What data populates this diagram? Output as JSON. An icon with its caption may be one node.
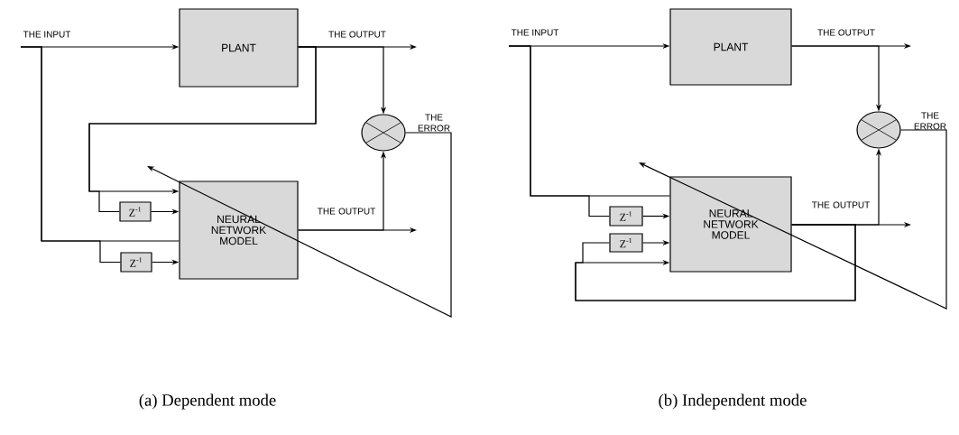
{
  "diagram": {
    "nodes": [
      {
        "text": [
          "PLANT"
        ]
      },
      {
        "text": [
          "NEURAL NETWORK MODEL"
        ]
      },
      {
        "text": [
          "Z$^{-1}$"
        ]
      },
      {
        "text": [
          "Z$^{-1}$"
        ]
      },
      {
        "text": [],
        "shape": "circle",
        "beside": [
          "THE ERROR"
        ]
      },
      {
        "text": [
          "PLANT"
        ]
      },
      {
        "text": [
          "NEURAL NETWORK MODEL"
        ]
      },
      {
        "text": [
          "Z$^{-1}$"
        ]
      },
      {
        "text": [
          "Z$^{-1}$"
        ]
      },
      {
        "text": [],
        "shape": "circle",
        "beside": [
          "THE ERROR"
        ]
      }
    ],
    "edges": [
      {
        "from": null,
        "to": 0,
        "arrow": "to",
        "label": "THE INPUT"
      },
      {
        "from": 0,
        "to": null,
        "arrow": "to",
        "label": "THE OUTPUT"
      },
      {
        "from": 0,
        "to": 4,
        "arrow": "to"
      },
      {
        "from": 0,
        "to": 1,
        "arrow": "to"
      },
      {
        "from": 0,
        "to": 2,
        "arrow": "none"
      },
      {
        "from": 2,
        "to": 1,
        "arrow": "to"
      },
      {
        "from": null,
        "to": 1,
        "arrow": "none"
      },
      {
        "from": null,
        "to": 3,
        "arrow": "none"
      },
      {
        "from": 3,
        "to": 1,
        "arrow": "to"
      },
      {
        "from": 1,
        "to": null,
        "arrow": "to",
        "label": "THE OUTPUT"
      },
      {
        "from": 1,
        "to": 4,
        "arrow": "to"
      },
      {
        "from": 4,
        "to": null,
        "arrow": "to"
      },
      {
        "from": null,
        "to": 5,
        "arrow": "to",
        "label": "THE INPUT"
      },
      {
        "from": 5,
        "to": null,
        "arrow": "to",
        "label": "THE OUTPUT"
      },
      {
        "from": 5,
        "to": 9,
        "arrow": "to"
      },
      {
        "from": null,
        "to": 6,
        "arrow": "none"
      },
      {
        "from": null,
        "to": 7,
        "arrow": "none"
      },
      {
        "from": 7,
        "to": 6,
        "arrow": "to"
      },
      {
        "from": 6,
        "to": null,
        "arrow": "to",
        "label": "THE OUTPUT"
      },
      {
        "from": 6,
        "to": 9,
        "arrow": "to"
      },
      {
        "from": 6,
        "to": 8,
        "arrow": "none"
      },
      {
        "from": 8,
        "to": 6,
        "arrow": "to"
      },
      {
        "from": 6,
        "to": 6,
        "arrow": "to"
      },
      {
        "from": 9,
        "to": null,
        "arrow": "to"
      }
    ],
    "labels": [
      "(a) Dependent mode",
      "(b) Independent mode"
    ]
  }
}
